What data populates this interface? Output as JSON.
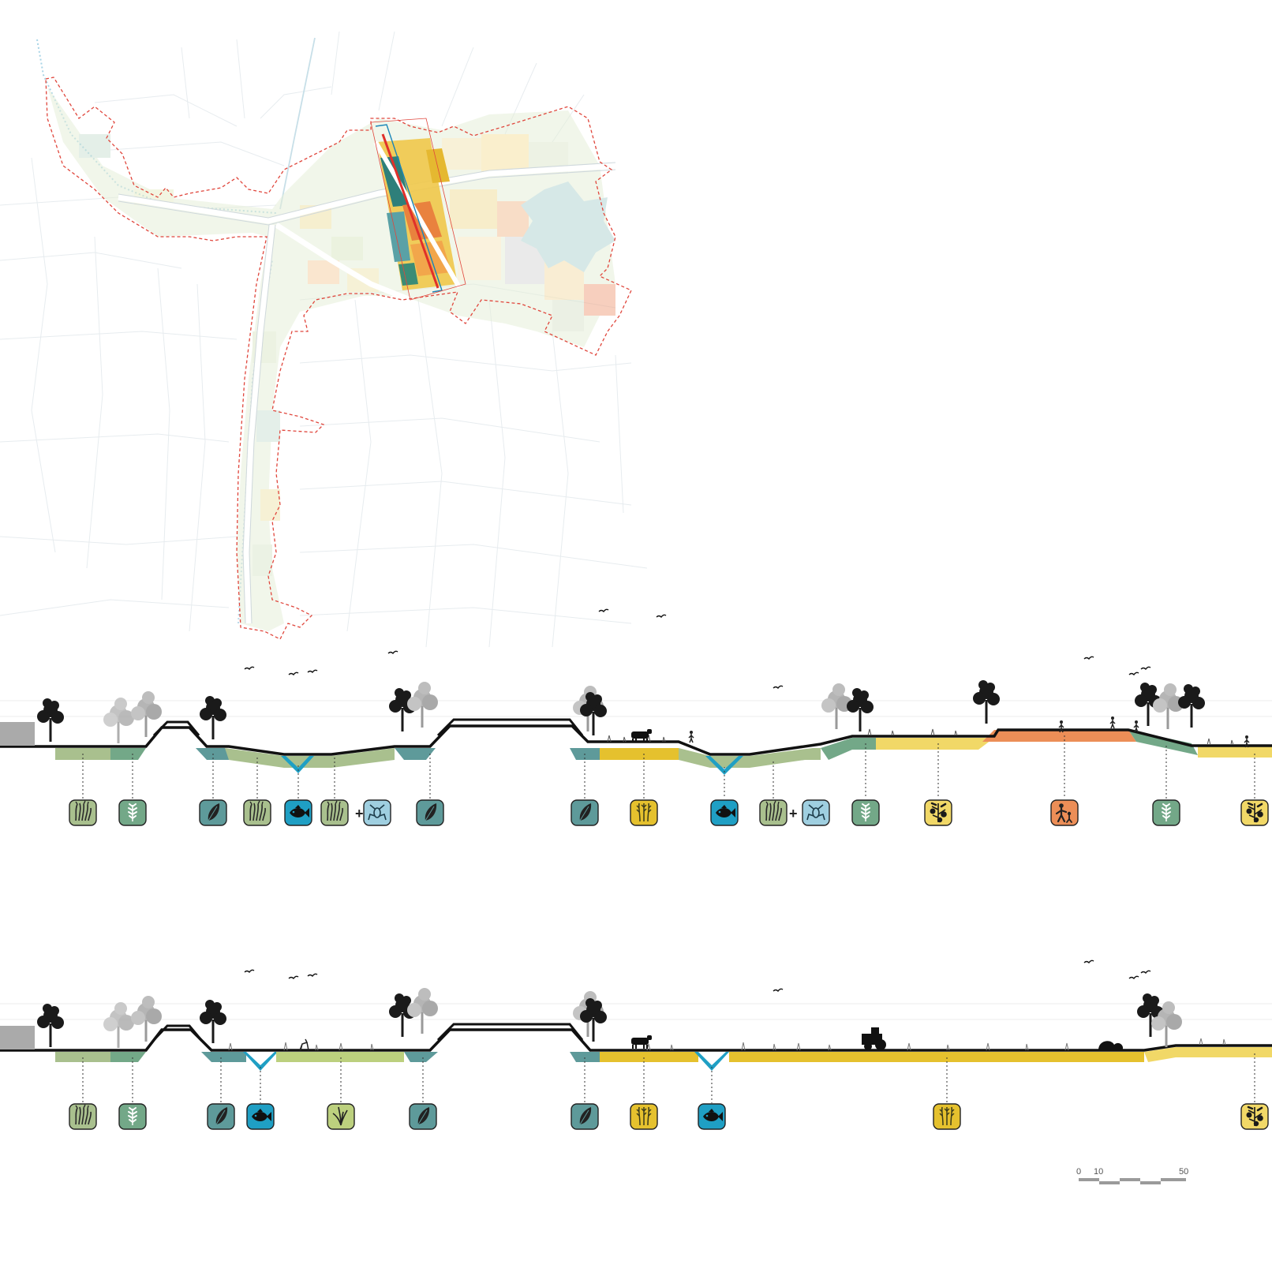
{
  "colors": {
    "reed": "#a9c08e",
    "meadow": "#73a888",
    "wetland": "#5e9a9a",
    "fish": "#1f9fc4",
    "amphibian": "#9fcfe0",
    "agri": "#e5c12e",
    "orchard": "#f1d867",
    "recreation": "#ec8e57",
    "grass": "#bcd07e",
    "dike": "#222222",
    "boundary": "#e0463c"
  },
  "sections": [
    {
      "icons": [
        {
          "type": "reed",
          "icon": "reed-icon"
        },
        {
          "type": "meadow",
          "icon": "wheat-icon"
        },
        {
          "type": "wetland",
          "icon": "leaf-icon"
        },
        {
          "type": "reed",
          "icon": "reed-icon"
        },
        {
          "type": "fish",
          "icon": "fish-icon"
        },
        {
          "type": "reed",
          "icon": "reed-icon"
        },
        {
          "type": "amphibian",
          "icon": "frog-icon"
        },
        {
          "type": "wetland",
          "icon": "leaf-icon"
        },
        {
          "type": "wetland",
          "icon": "leaf-icon"
        },
        {
          "type": "agri",
          "icon": "grain-icon"
        },
        {
          "type": "fish",
          "icon": "fish-icon"
        },
        {
          "type": "reed",
          "icon": "reed-icon"
        },
        {
          "type": "amphibian",
          "icon": "frog-icon"
        },
        {
          "type": "meadow",
          "icon": "wheat-icon"
        },
        {
          "type": "orchard",
          "icon": "fruit-icon"
        },
        {
          "type": "recreation",
          "icon": "people-icon"
        },
        {
          "type": "meadow",
          "icon": "wheat-icon"
        },
        {
          "type": "orchard",
          "icon": "fruit-icon"
        }
      ]
    },
    {
      "icons": [
        {
          "type": "reed",
          "icon": "reed-icon"
        },
        {
          "type": "meadow",
          "icon": "wheat-icon"
        },
        {
          "type": "wetland",
          "icon": "leaf-icon"
        },
        {
          "type": "fish",
          "icon": "fish-icon"
        },
        {
          "type": "grass",
          "icon": "grass-icon"
        },
        {
          "type": "wetland",
          "icon": "leaf-icon"
        },
        {
          "type": "wetland",
          "icon": "leaf-icon"
        },
        {
          "type": "agri",
          "icon": "grain-icon"
        },
        {
          "type": "fish",
          "icon": "fish-icon"
        },
        {
          "type": "agri",
          "icon": "grain-icon"
        },
        {
          "type": "orchard",
          "icon": "fruit-icon"
        }
      ]
    }
  ],
  "scale_bar": {
    "labels": [
      "0",
      "10",
      "50"
    ]
  }
}
